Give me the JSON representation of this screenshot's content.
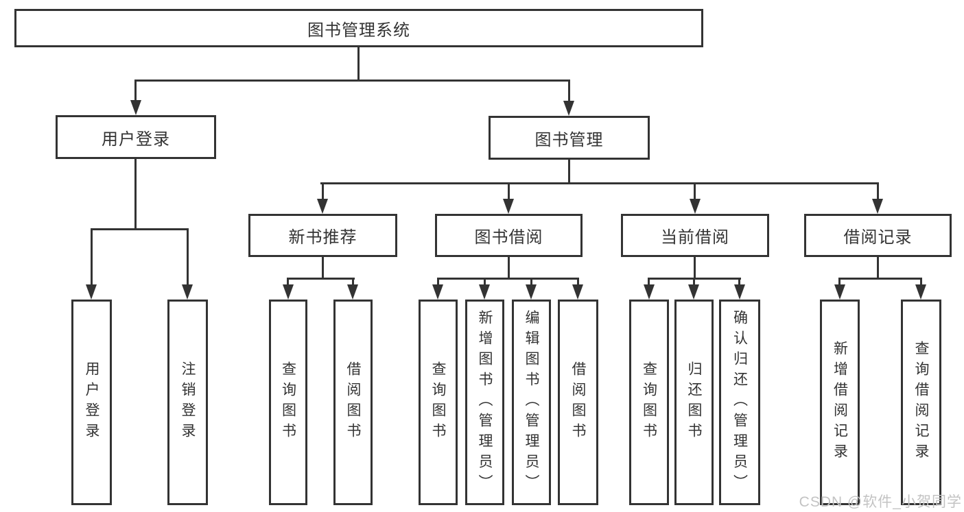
{
  "diagram": {
    "root": "图书管理系统",
    "branches": [
      {
        "label": "用户登录",
        "children": [
          "用户登录",
          "注销登录"
        ]
      },
      {
        "label": "图书管理",
        "children": [
          {
            "label": "新书推荐",
            "children": [
              "查询图书",
              "借阅图书"
            ]
          },
          {
            "label": "图书借阅",
            "children": [
              "查询图书",
              "新增图书（管理员）",
              "编辑图书（管理员）",
              "借阅图书"
            ]
          },
          {
            "label": "当前借阅",
            "children": [
              "查询图书",
              "归还图书",
              "确认归还（管理员）"
            ]
          },
          {
            "label": "借阅记录",
            "children": [
              "新增借阅记录",
              "查询借阅记录"
            ]
          }
        ]
      }
    ]
  },
  "watermark": {
    "text": "CSDN @软件_小贺同学"
  },
  "colors": {
    "line": "#333333",
    "text": "#333333",
    "background": "#ffffff",
    "watermark": "#c3c3c3"
  }
}
